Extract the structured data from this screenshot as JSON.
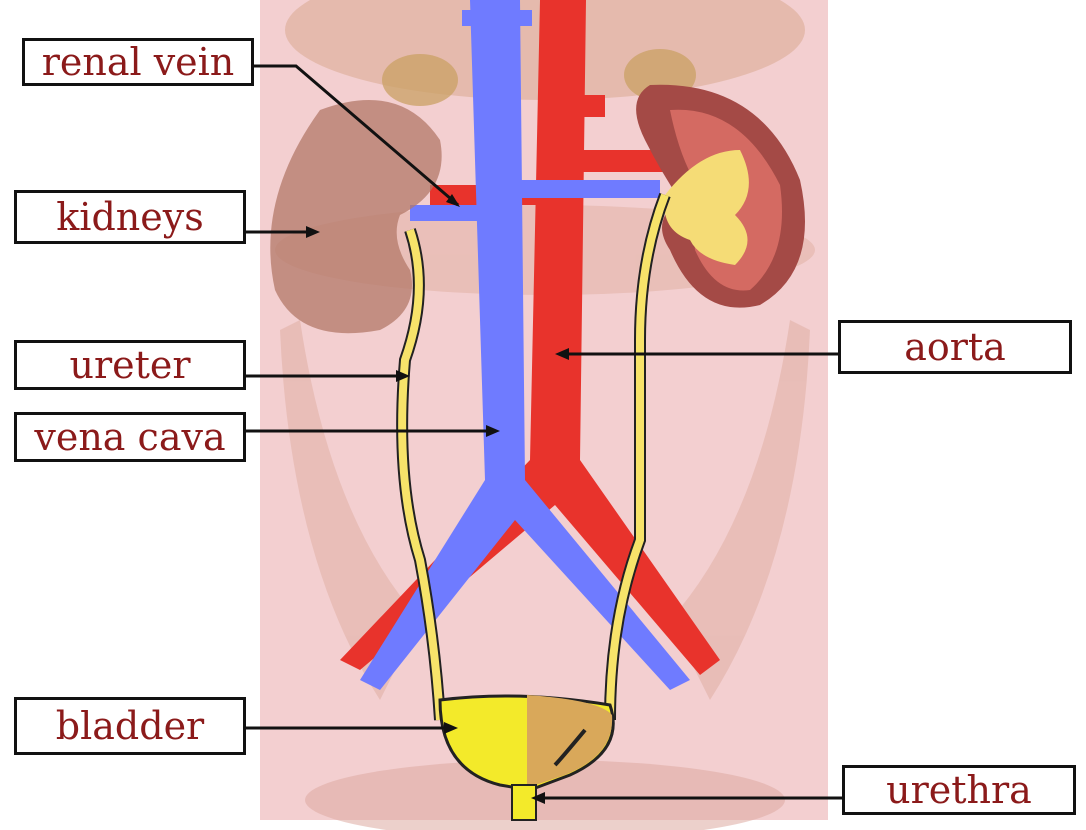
{
  "labels": {
    "renal_vein": "renal vein",
    "kidneys": "kidneys",
    "ureter": "ureter",
    "vena_cava": "vena cava",
    "aorta": "aorta",
    "bladder": "bladder",
    "urethra": "urethra"
  },
  "colors": {
    "label_text": "#8b1a1a",
    "vein": "#6f7bff",
    "artery": "#e8332c",
    "ureter": "#f7e36a",
    "bladder": "#f3ea2a",
    "body_background": "#f3cfd0"
  }
}
